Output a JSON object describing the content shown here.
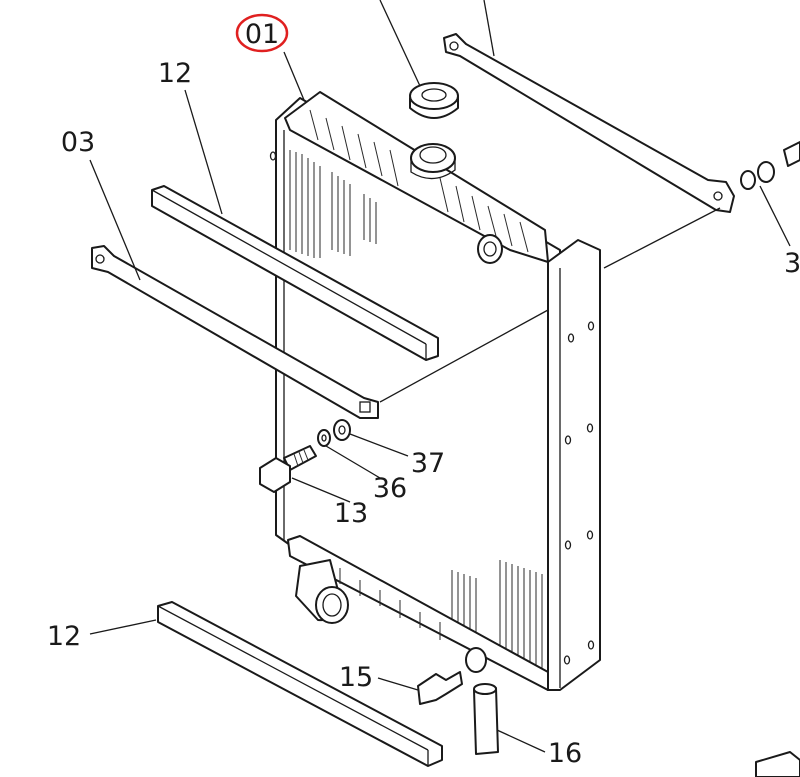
{
  "diagram": {
    "callouts": [
      {
        "id": "01",
        "text": "01",
        "highlighted": true
      },
      {
        "id": "12a",
        "text": "12"
      },
      {
        "id": "03",
        "text": "03"
      },
      {
        "id": "37",
        "text": "37"
      },
      {
        "id": "36",
        "text": "36"
      },
      {
        "id": "13",
        "text": "13"
      },
      {
        "id": "12b",
        "text": "12"
      },
      {
        "id": "15",
        "text": "15"
      },
      {
        "id": "16",
        "text": "16"
      },
      {
        "id": "3x",
        "text": "3"
      }
    ],
    "highlight_color": "#e02020"
  }
}
